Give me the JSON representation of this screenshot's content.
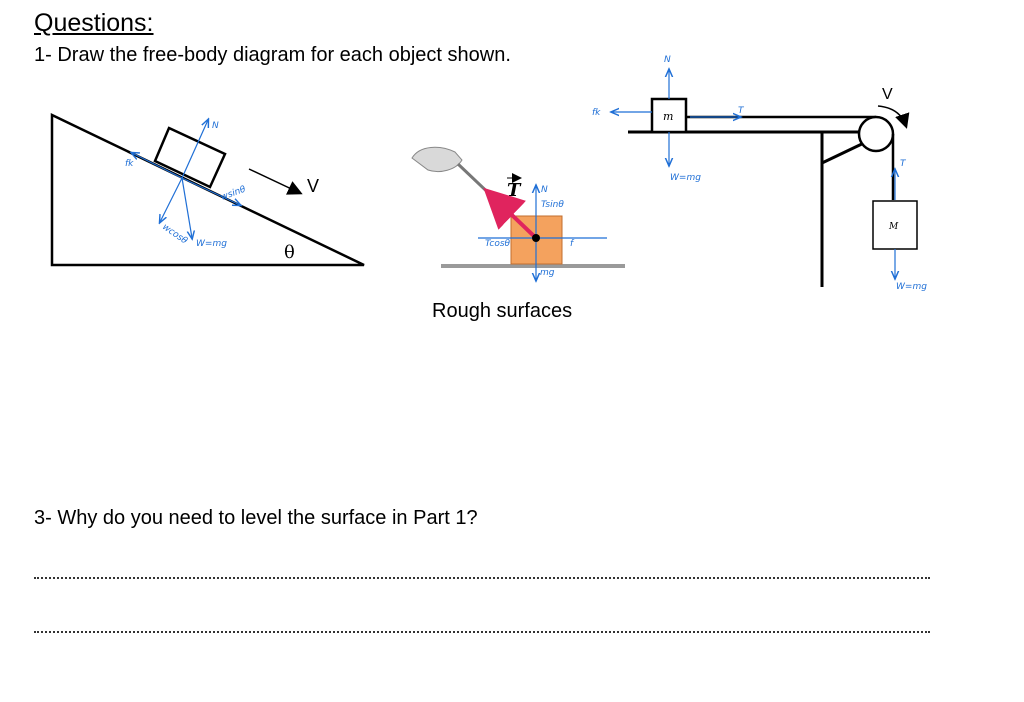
{
  "heading": "Questions:",
  "question1": "1- Draw the free-body diagram for each object shown.",
  "question3": "3- Why do you need to level the surface in Part 1?",
  "incline": {
    "velocity_label": "V",
    "angle_label": "θ",
    "handwritten": {
      "normal": "N",
      "friction": "fk",
      "w_sin": "wsinθ",
      "w_cos": "wcosθ",
      "weight": "W=mg"
    }
  },
  "pull": {
    "tension_label": "T",
    "caption": "Rough surfaces",
    "handwritten": {
      "normal": "N",
      "t_sin": "Tsinθ",
      "t_cos": "Tcosθ",
      "friction": "f",
      "weight": "mg"
    }
  },
  "pulley": {
    "small_mass_label": "m",
    "hanging_mass_label": "M",
    "velocity_label": "V",
    "handwritten": {
      "normal": "N",
      "friction": "fk",
      "tension": "T",
      "weight_m": "W=mg",
      "tension_hanging": "T",
      "weight_hanging": "W=mg"
    }
  },
  "colors": {
    "ink": "#000000",
    "handwriting": "#1f6fd6",
    "tension_arrow": "#e0245e",
    "box_fill": "#f4a25e"
  }
}
